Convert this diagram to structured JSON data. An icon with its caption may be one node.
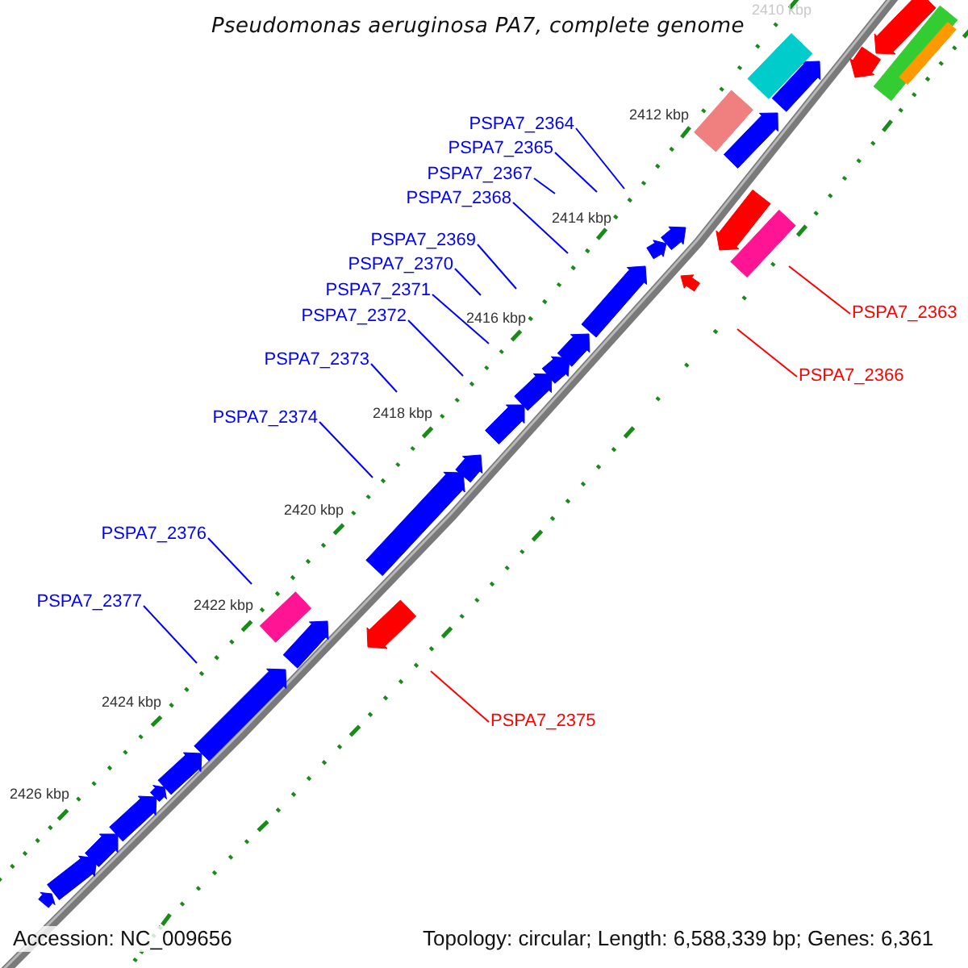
{
  "diagram": {
    "title": "Pseudomonas aeruginosa PA7, complete genome",
    "nodes": [
      {
        "text": [
          "PSPA7_2364"
        ]
      },
      {
        "text": [
          "PSPA7_2365"
        ]
      },
      {
        "text": [
          "PSPA7_2367"
        ]
      },
      {
        "text": [
          "PSPA7_2368"
        ]
      },
      {
        "text": [
          "PSPA7_2369"
        ]
      },
      {
        "text": [
          "PSPA7_2370"
        ]
      },
      {
        "text": [
          "PSPA7_2371"
        ]
      },
      {
        "text": [
          "PSPA7_2363"
        ]
      },
      {
        "text": [
          "PSPA7_2372"
        ]
      },
      {
        "text": [
          "PSPA7_2373"
        ]
      },
      {
        "text": [
          "PSPA7_2366"
        ]
      },
      {
        "text": [
          "PSPA7_2374"
        ]
      },
      {
        "text": [
          "PSPA7_2376"
        ]
      },
      {
        "text": [
          "PSPA7_2377"
        ]
      },
      {
        "text": [
          "PSPA7_2375"
        ]
      }
    ],
    "edges": [
      {
        "from": 0,
        "to": null,
        "arrow": "none"
      },
      {
        "from": 1,
        "to": null,
        "arrow": "none"
      },
      {
        "from": 2,
        "to": null,
        "arrow": "none"
      },
      {
        "from": 3,
        "to": null,
        "arrow": "none"
      },
      {
        "from": 4,
        "to": null,
        "arrow": "none"
      },
      {
        "from": 5,
        "to": null,
        "arrow": "none"
      },
      {
        "from": 6,
        "to": null,
        "arrow": "none"
      },
      {
        "from": 7,
        "to": null,
        "arrow": "none",
        "color": "#ff0000"
      },
      {
        "from": 8,
        "to": null,
        "arrow": "none"
      },
      {
        "from": 9,
        "to": null,
        "arrow": "none"
      },
      {
        "from": 10,
        "to": null,
        "arrow": "none",
        "color": "#ff0000"
      },
      {
        "from": 11,
        "to": null,
        "arrow": "none"
      },
      {
        "from": 12,
        "to": null,
        "arrow": "none"
      },
      {
        "from": 13,
        "to": null,
        "arrow": "none"
      },
      {
        "from": 14,
        "to": null,
        "arrow": "none",
        "color": "#ff0000"
      }
    ],
    "labels": [
      "2410 kbp",
      "2412 kbp",
      "2414 kbp",
      "2416 kbp",
      "2418 kbp",
      "2420 kbp",
      "2422 kbp",
      "2424 kbp",
      "2426 kbp",
      "Accession: NC_009656",
      "Topology: circular; Length: 6,588,339 bp; Genes: 6,361"
    ]
  }
}
